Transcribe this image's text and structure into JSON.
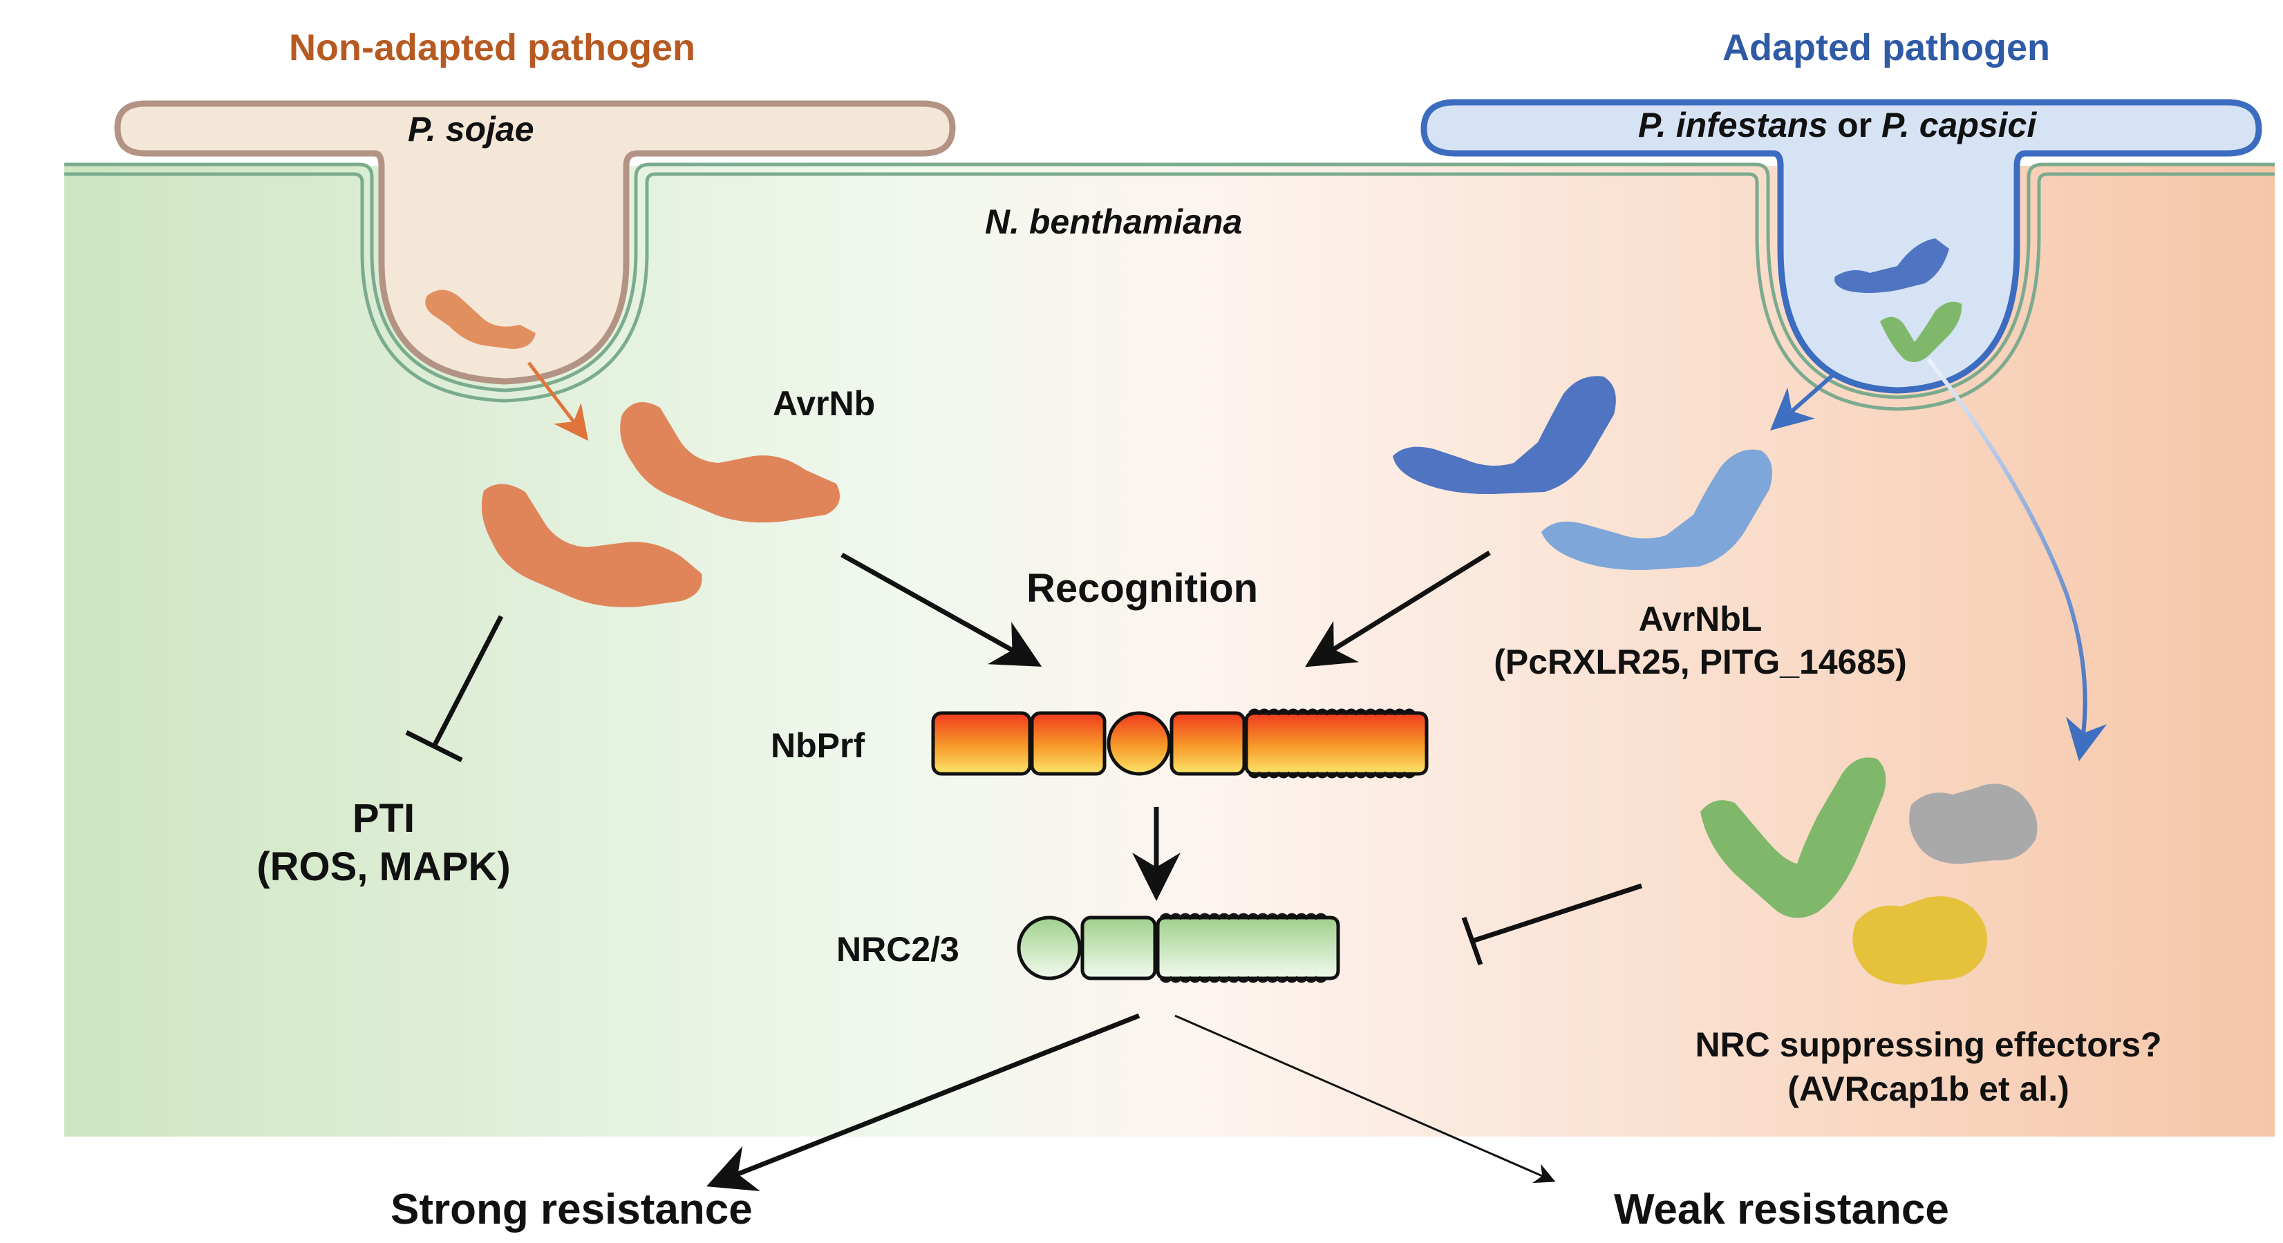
{
  "header": {
    "left_title": "Non-adapted pathogen",
    "right_title": "Adapted pathogen"
  },
  "pathogens": {
    "left_species": "P. sojae",
    "right_species_a": "P. infestans",
    "right_species_or": "or",
    "right_species_b": "P. capsici"
  },
  "host": {
    "name": "N. benthamiana"
  },
  "labels": {
    "avrnb": "AvrNb",
    "recognition": "Recognition",
    "avrnbl": "AvrNbL",
    "avrnbl_sub": "(PcRXLR25, PITG_14685)",
    "nbprf": "NbPrf",
    "nrc": "NRC2/3",
    "pti": "PTI",
    "pti_sub": "(ROS, MAPK)",
    "suppressors": "NRC suppressing effectors?",
    "suppressors_sub": "(AVRcap1b et al.)",
    "strong": "Strong resistance",
    "weak": "Weak resistance"
  },
  "colors": {
    "left_bg": "#cfe6c4",
    "right_bg": "#f7c9ad",
    "orange_effector": "#e08a5a",
    "blue_effector_dark": "#4f74c2",
    "blue_effector_light": "#7ea6d8",
    "green_effector": "#7fb86a",
    "grey_effector": "#a9a9a9",
    "yellow_effector": "#e6c23c",
    "left_title": "#b75a22",
    "right_title": "#2e5aa6"
  }
}
